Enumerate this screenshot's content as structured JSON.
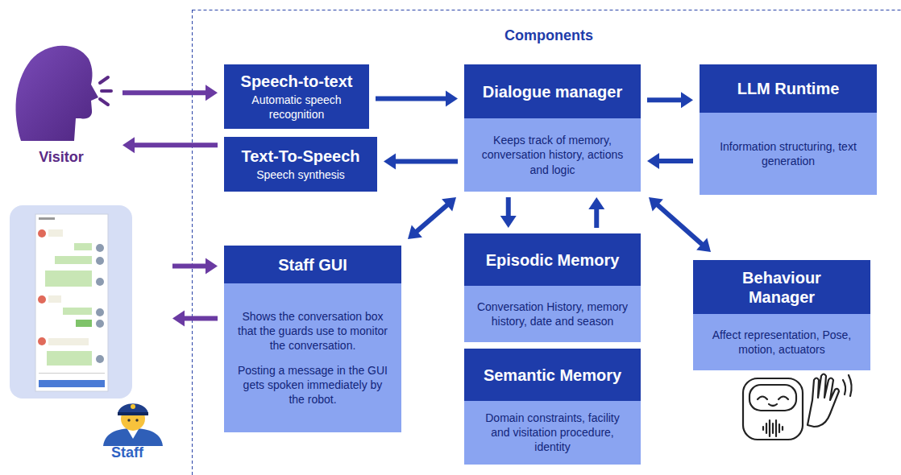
{
  "diagram": {
    "nodes": [
      {
        "text": [
          "Visitor"
        ]
      },
      {
        "text": [
          "Speech-to-text",
          "Automatic speech recognition"
        ]
      },
      {
        "text": [
          "Dialogue manager",
          "Keeps track of memory, conversation history, actions and logic"
        ]
      },
      {
        "text": [
          "LLM Runtime",
          "Information structuring, text generation"
        ]
      },
      {
        "text": [
          "Text-To-Speech",
          "Speech synthesis"
        ]
      },
      {
        "text": [
          "Staff GUI",
          "Shows the conversation box that the guards use to monitor the conversation.",
          "Posting a message in the GUI gets spoken immediately by the robot."
        ]
      },
      {
        "text": [
          "Episodic Memory",
          "Conversation History, memory history, date and season"
        ]
      },
      {
        "text": [
          "Behaviour Manager",
          "Affect representation, Pose, motion, actuators"
        ]
      },
      {
        "text": [
          "Semantic Memory",
          "Domain constraints, facility and visitation procedure, identity"
        ]
      },
      {
        "text": [
          "Staff"
        ]
      }
    ],
    "edges": [
      {
        "from": 0,
        "to": 1,
        "arrow": "to"
      },
      {
        "from": 4,
        "to": 0,
        "arrow": "to"
      },
      {
        "from": 1,
        "to": 2,
        "arrow": "to"
      },
      {
        "from": 2,
        "to": 4,
        "arrow": "to"
      },
      {
        "from": 2,
        "to": 3,
        "arrow": "to"
      },
      {
        "from": 3,
        "to": 2,
        "arrow": "to"
      },
      {
        "from": 9,
        "to": 5,
        "arrow": "to"
      },
      {
        "from": 5,
        "to": 9,
        "arrow": "to"
      },
      {
        "from": 2,
        "to": 5,
        "arrow": "both"
      },
      {
        "from": 2,
        "to": 6,
        "arrow": "to"
      },
      {
        "from": 6,
        "to": 2,
        "arrow": "to"
      },
      {
        "from": 2,
        "to": 7,
        "arrow": "both"
      }
    ],
    "labels": [
      "Components"
    ]
  }
}
